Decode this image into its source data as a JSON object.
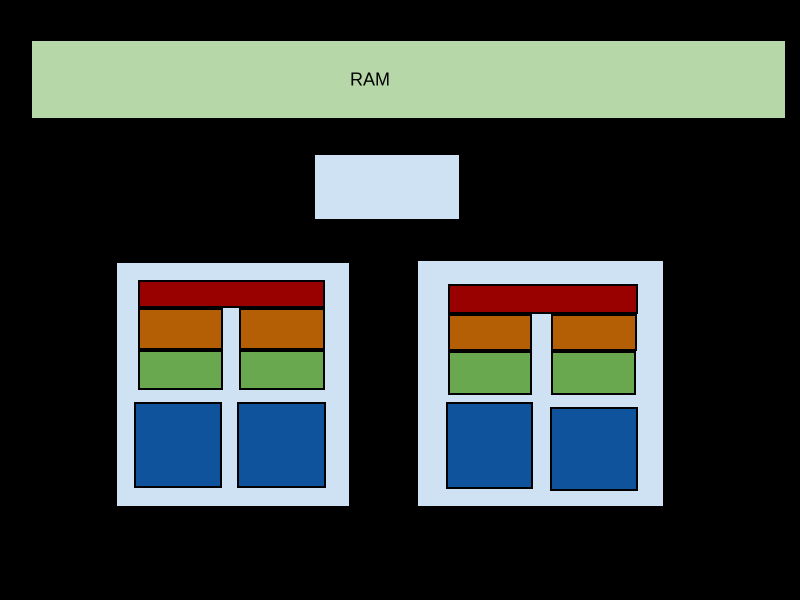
{
  "diagram": {
    "background_color": "#000000",
    "ram": {
      "label": "RAM",
      "fill": "#b6d7a8"
    },
    "interconnect_box": {
      "fill": "#cfe2f3"
    },
    "packages": {
      "fill": "#cfe2f3",
      "count": 2,
      "cores_per_package": 2,
      "shared_cache_fill": "#990000",
      "mid_cache_fill": "#b45f06",
      "inner_cache_fill": "#6aa84f",
      "core_fill": "#0e539c"
    }
  }
}
